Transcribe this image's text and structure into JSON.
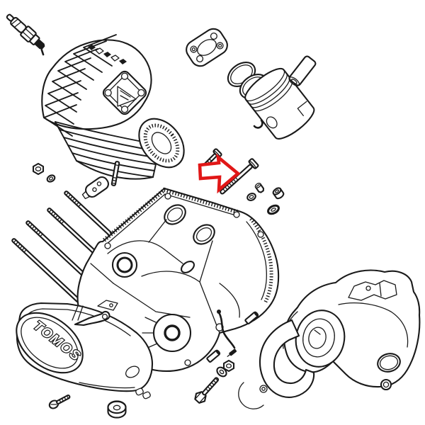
{
  "diagram": {
    "type": "exploded-parts-view",
    "subject": "TOMOS moped engine exploded parts diagram",
    "background_color": "#ffffff",
    "line_color": "#1a1a1a"
  },
  "branding": {
    "crankcase_cover_logo": "TOMOS"
  },
  "highlight": {
    "shape": "right-pointing-block-arrow",
    "color": "#e11717",
    "fill": "#ffffff",
    "points_to": "long-cylinder-bolt"
  },
  "parts": [
    {
      "id": "spark-plug",
      "label": "Spark plug"
    },
    {
      "id": "cylinder-head",
      "label": "Finned cylinder head"
    },
    {
      "id": "cylinder",
      "label": "Finned cylinder with port flange"
    },
    {
      "id": "flange-gasket",
      "label": "Exhaust flange gasket"
    },
    {
      "id": "piston-rings",
      "label": "Piston ring set (2)"
    },
    {
      "id": "piston",
      "label": "Piston"
    },
    {
      "id": "piston-pin",
      "label": "Piston pin"
    },
    {
      "id": "circlip",
      "label": "Piston pin circlip"
    },
    {
      "id": "small-nut",
      "label": "Hex nut"
    },
    {
      "id": "small-washer",
      "label": "Washer"
    },
    {
      "id": "cable-bracket",
      "label": "Cable clamp bracket"
    },
    {
      "id": "short-stud",
      "label": "Short stud"
    },
    {
      "id": "cylinder-studs",
      "label": "Cylinder studs (4)"
    },
    {
      "id": "short-bolt",
      "label": "Short hex bolt"
    },
    {
      "id": "long-cylinder-bolt",
      "label": "Long cylinder bolt (highlighted)"
    },
    {
      "id": "set-screw",
      "label": "Set screw"
    },
    {
      "id": "plug-screw",
      "label": "Plug screw"
    },
    {
      "id": "seal-ring",
      "label": "Sealing ring"
    },
    {
      "id": "oval-grommet",
      "label": "Oval grommet"
    },
    {
      "id": "crankcase",
      "label": "Crankcase with gasket faces"
    },
    {
      "id": "clutch-cover",
      "label": "Clutch side cover with TOMOS badge"
    },
    {
      "id": "gear-lever",
      "label": "Gear change lever"
    },
    {
      "id": "cover-screw",
      "label": "Cover screw"
    },
    {
      "id": "rubber-bushing",
      "label": "Rubber bushing"
    },
    {
      "id": "dowel-pins",
      "label": "Dowel pins (2)"
    },
    {
      "id": "case-bolt",
      "label": "Hex bolt with washer and nut"
    },
    {
      "id": "stator-wire",
      "label": "Stator wire with connector"
    },
    {
      "id": "intake-housing",
      "label": "Intake silencer housing"
    }
  ]
}
